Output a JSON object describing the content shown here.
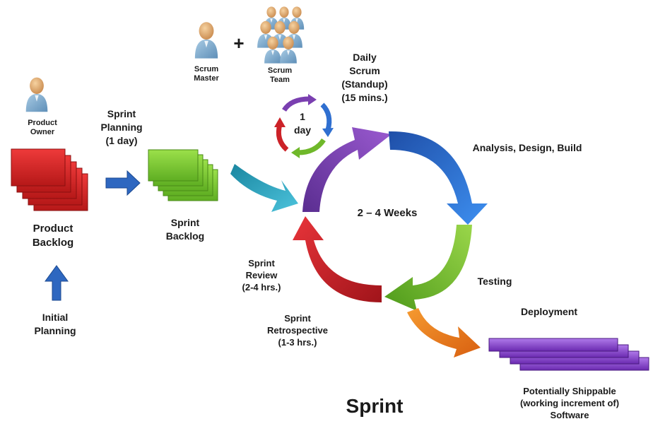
{
  "roles": {
    "product_owner": [
      "Product",
      "Owner"
    ],
    "scrum_master": [
      "Scrum",
      "Master"
    ],
    "plus": "+",
    "scrum_team": [
      "Scrum",
      "Team"
    ]
  },
  "daily_cycle": {
    "label": [
      "1",
      "day"
    ],
    "daily_scrum": [
      "Daily",
      "Scrum",
      "(Standup)",
      "(15 mins.)"
    ]
  },
  "product_backlog": [
    "Product",
    "Backlog"
  ],
  "initial_planning": [
    "Initial",
    "Planning"
  ],
  "sprint_planning": [
    "Sprint",
    "Planning",
    "(1 day)"
  ],
  "sprint_backlog": [
    "Sprint",
    "Backlog"
  ],
  "cycle": {
    "duration": "2 – 4 Weeks",
    "analysis": "Analysis, Design, Build",
    "testing": "Testing",
    "review": [
      "Sprint",
      "Review",
      "(2-4 hrs.)"
    ],
    "retrospective": [
      "Sprint",
      "Retrospective",
      "(1-3 hrs.)"
    ]
  },
  "deployment": "Deployment",
  "shippable": [
    "Potentially Shippable",
    "(working increment of)",
    "Software"
  ],
  "title": "Sprint",
  "colors": {
    "backlog_red": "#d92020",
    "sprint_green": "#7cc63a",
    "planning_blue": "#2e67c0",
    "purple": "#7a3fb0",
    "blue": "#2f6fd0",
    "green": "#6fb82a",
    "red": "#cc2228",
    "teal": "#2aa3bd",
    "orange": "#ea7a1a",
    "software_purple": "#8a3fd0",
    "person": "#7fa8c8",
    "person_head": "#e6b27a"
  }
}
